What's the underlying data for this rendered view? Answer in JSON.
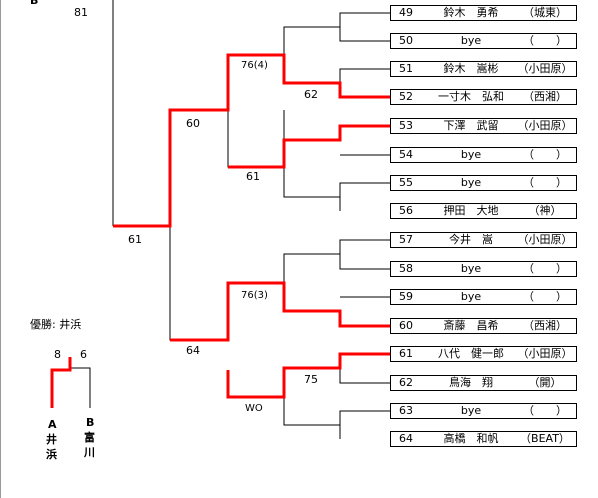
{
  "colors": {
    "winner_line": "#ff0000",
    "line": "#000000",
    "box_border": "#000000"
  },
  "section_letter": "B",
  "top_score": "81",
  "entries": [
    {
      "num": "49",
      "name": "鈴木　勇希",
      "club": "（城東）"
    },
    {
      "num": "50",
      "name": "bye",
      "club": "（　　）"
    },
    {
      "num": "51",
      "name": "鈴木　嵩彬",
      "club": "（小田原）"
    },
    {
      "num": "52",
      "name": "一寸木　弘和",
      "club": "（西湘）"
    },
    {
      "num": "53",
      "name": "下澤　武留",
      "club": "（小田原）"
    },
    {
      "num": "54",
      "name": "bye",
      "club": "（　　）"
    },
    {
      "num": "55",
      "name": "bye",
      "club": "（　　）"
    },
    {
      "num": "56",
      "name": "押田　大地",
      "club": "（神）"
    },
    {
      "num": "57",
      "name": "今井　嵩",
      "club": "（小田原）"
    },
    {
      "num": "58",
      "name": "bye",
      "club": "（　　）"
    },
    {
      "num": "59",
      "name": "bye",
      "club": "（　　）"
    },
    {
      "num": "60",
      "name": "斎藤　昌希",
      "club": "（西湘）"
    },
    {
      "num": "61",
      "name": "八代　健一郎",
      "club": "（小田原）"
    },
    {
      "num": "62",
      "name": "鳥海　翔",
      "club": "（開）"
    },
    {
      "num": "63",
      "name": "bye",
      "club": "（　　）"
    },
    {
      "num": "64",
      "name": "高橋　和帆",
      "club": "（BEAT）"
    }
  ],
  "scores": {
    "r2_51_52": "62",
    "r3_upper": "76(4)",
    "r2_53_56": "61",
    "r4_upper": "60",
    "r3_lower": "76(3)",
    "r2_61_64": "75",
    "r2_63_64": "WO",
    "r4_lower": "64",
    "semi": "61"
  },
  "final": {
    "winner_label": "優勝: 井浜",
    "score_a": "8",
    "score_b": "6",
    "a_letter": "A",
    "a_name_1": "井",
    "a_name_2": "浜",
    "b_letter": "B",
    "b_name_1": "富",
    "b_name_2": "川"
  }
}
